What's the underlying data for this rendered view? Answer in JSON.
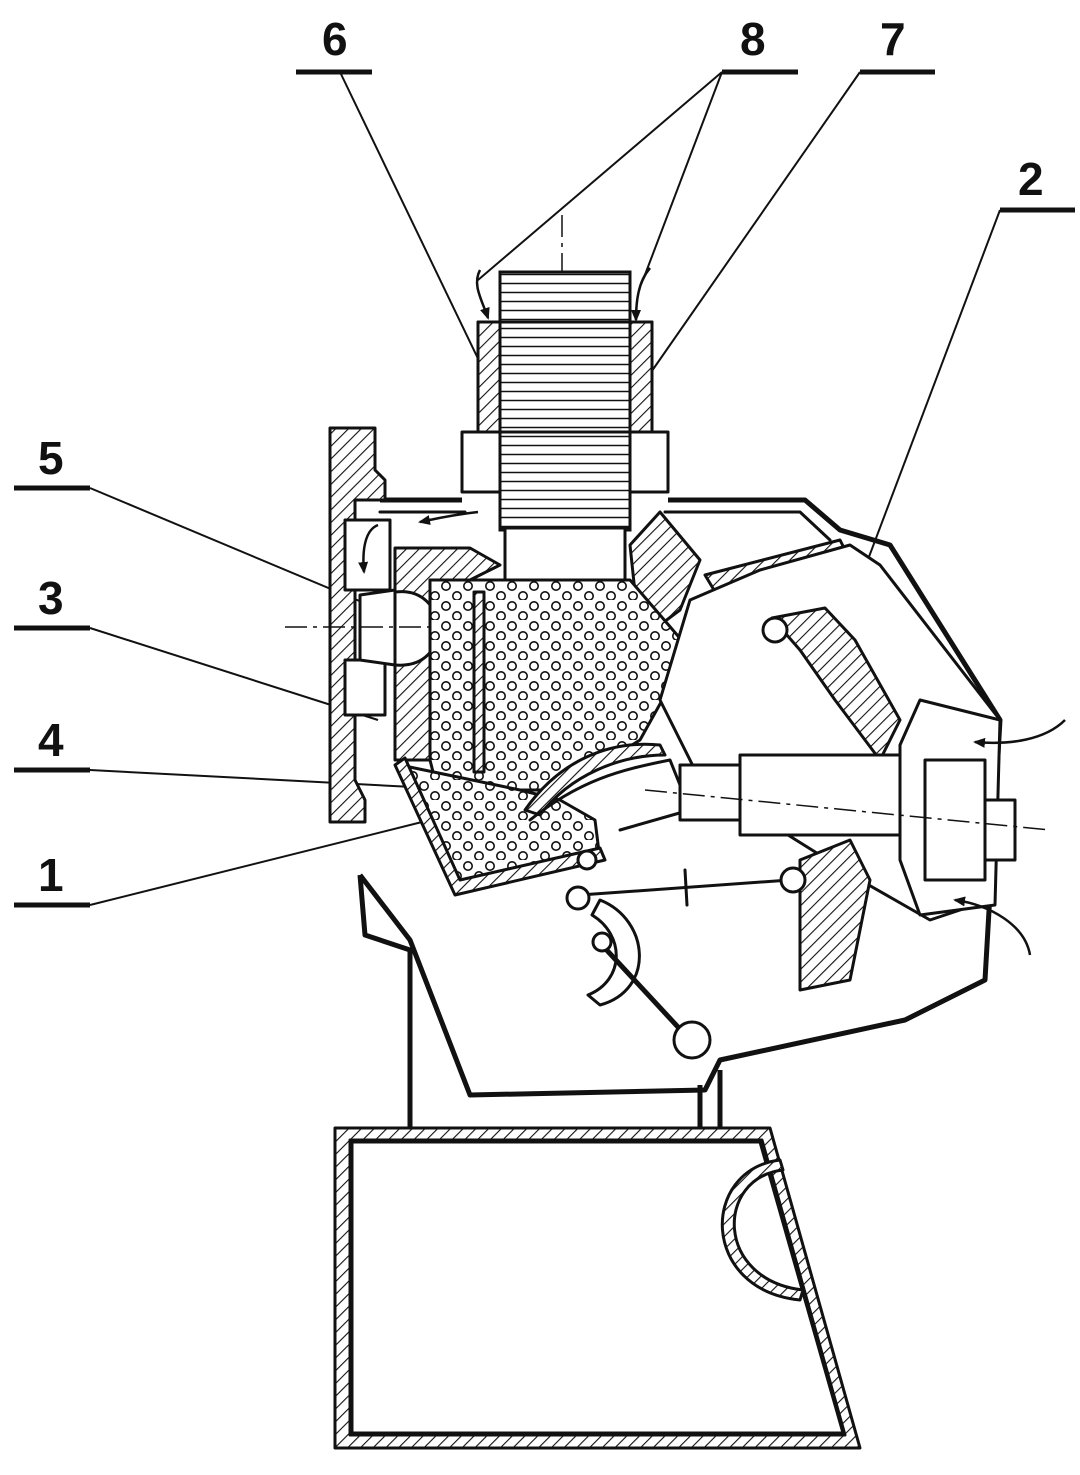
{
  "callouts": [
    {
      "id": "1",
      "label": "1"
    },
    {
      "id": "2",
      "label": "2"
    },
    {
      "id": "3",
      "label": "3"
    },
    {
      "id": "4",
      "label": "4"
    },
    {
      "id": "5",
      "label": "5"
    },
    {
      "id": "6",
      "label": "6"
    },
    {
      "id": "7",
      "label": "7"
    },
    {
      "id": "8",
      "label": "8"
    }
  ],
  "colors": {
    "ink": "#111111",
    "paper": "#ffffff"
  }
}
